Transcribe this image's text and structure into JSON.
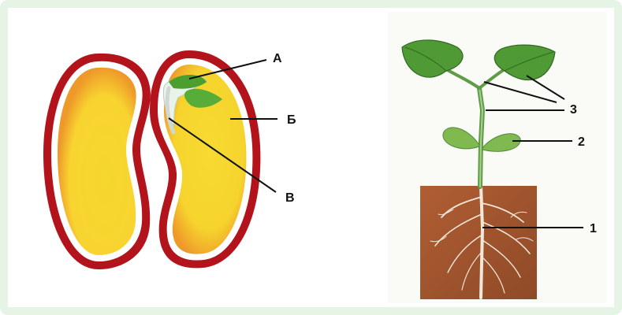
{
  "labels": {
    "a": "А",
    "b": "Б",
    "v": "В",
    "n1": "1",
    "n2": "2",
    "n3": "3"
  },
  "colors": {
    "seed_coat": "#b3141c",
    "cotyledon": "#f6d72e",
    "cotyledon_shade": "#ee9a2a",
    "embryo": "#4c9f2f",
    "soil": "#a8562d",
    "leaf": "#4f9a35",
    "root": "#f1e8dc",
    "frame": "#e6f4e6"
  },
  "icons": [
    "bean-seed-diagram",
    "seedling-diagram"
  ]
}
